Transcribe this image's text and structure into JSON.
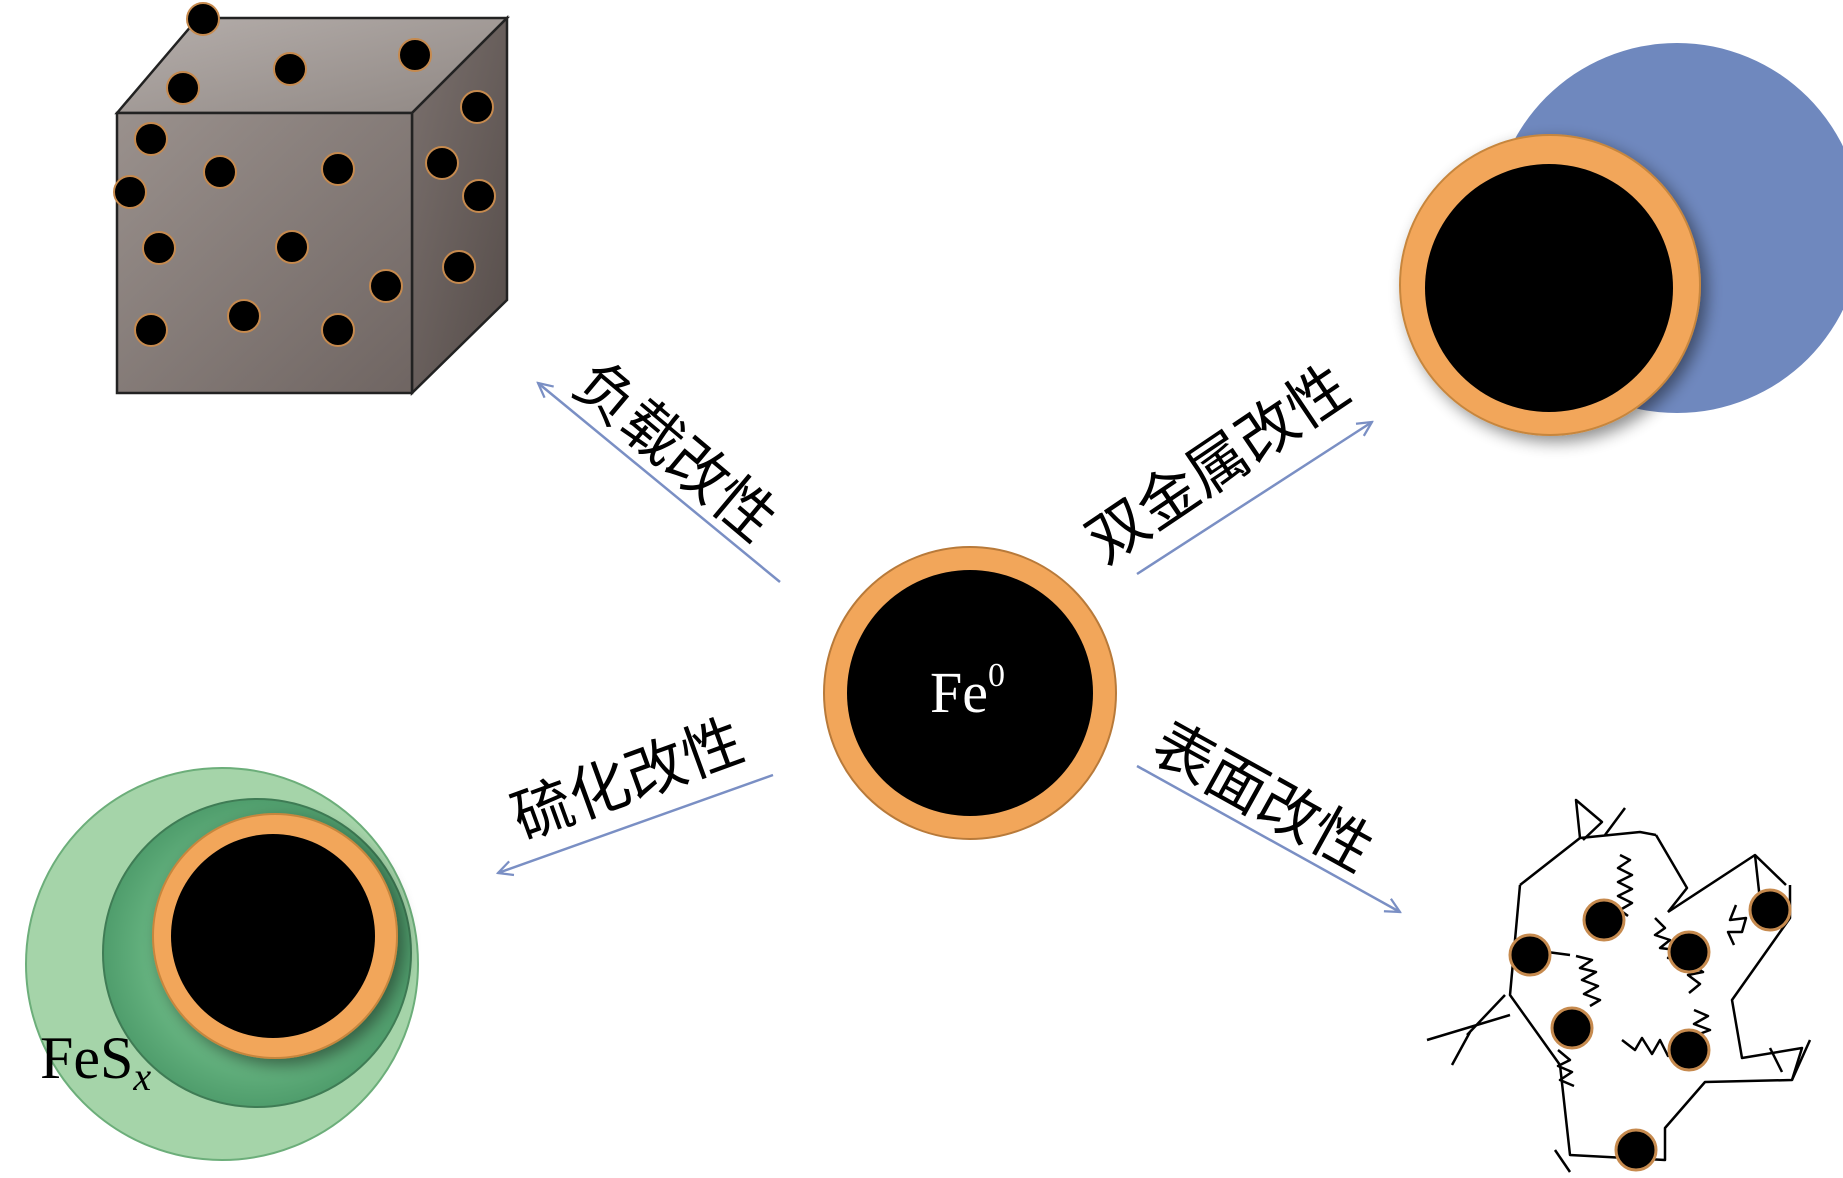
{
  "center": {
    "label_main": "Fe",
    "label_sup": "0"
  },
  "branches": {
    "supported": {
      "label": "负载改性"
    },
    "bimetallic": {
      "label": "双金属改性"
    },
    "sulfidation": {
      "label": "硫化改性"
    },
    "surface": {
      "label": "表面改性"
    }
  },
  "sulfidation_shell": {
    "label_main": "FeS",
    "label_sub": "x"
  },
  "colors": {
    "core": "#000000",
    "shell_orange": "#f2a65a",
    "arrow": "#7a8fc4",
    "second_metal": "#6f88be",
    "fes_outer": "#a5d4a9",
    "fes_inner": "#5fae7c",
    "cube_front": "#867b77",
    "cube_top": "#a8a09c",
    "cube_side": "#6c625f"
  }
}
